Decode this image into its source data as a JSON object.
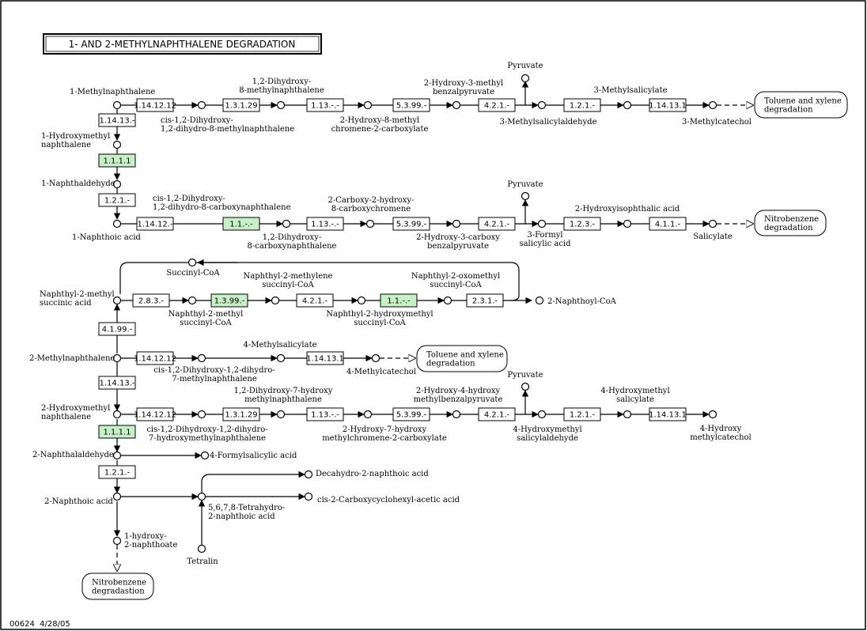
{
  "title": "1- AND 2-METHYLNAPHTHALENE DEGRADATION",
  "footer": "00624  4/28/05",
  "colors": {
    "highlight": "#c8f0c8",
    "enzyme": "#ffffff"
  },
  "enzymes": [
    {
      "id": "e1",
      "label": "1.14.12.12"
    },
    {
      "id": "e2",
      "label": "1.3.1.29"
    },
    {
      "id": "e3",
      "label": "1.13.-.-"
    },
    {
      "id": "e4",
      "label": "5.3.99.-"
    },
    {
      "id": "e5",
      "label": "4.2.1.-"
    },
    {
      "id": "e6",
      "label": "1.2.1.-"
    },
    {
      "id": "e7",
      "label": "1.14.13.1"
    },
    {
      "id": "e8",
      "label": "1.14.13.-"
    },
    {
      "id": "e9",
      "label": "1.1.1.1",
      "hl": true
    },
    {
      "id": "e10",
      "label": "1.2.1.-"
    },
    {
      "id": "e11",
      "label": "1.14.12.-"
    },
    {
      "id": "e12",
      "label": "1.1.-.-",
      "hl": true
    },
    {
      "id": "e13",
      "label": "1.13.-.-"
    },
    {
      "id": "e14",
      "label": "5.3.99.-"
    },
    {
      "id": "e15",
      "label": "4.2.1.-"
    },
    {
      "id": "e16",
      "label": "1.2.3.-"
    },
    {
      "id": "e17",
      "label": "4.1.1.-"
    },
    {
      "id": "e18",
      "label": "2.8.3.-"
    },
    {
      "id": "e19",
      "label": "1.3.99.-",
      "hl": true
    },
    {
      "id": "e20",
      "label": "4.2.1.-"
    },
    {
      "id": "e21",
      "label": "1.1.-.-",
      "hl": true
    },
    {
      "id": "e22",
      "label": "2.3.1.-"
    },
    {
      "id": "e23",
      "label": "4.1.99.-"
    },
    {
      "id": "e24",
      "label": "1.14.12.12"
    },
    {
      "id": "e25",
      "label": "1.14.13.1"
    },
    {
      "id": "e26",
      "label": "1.14.13.-"
    },
    {
      "id": "e27",
      "label": "1.14.12.12"
    },
    {
      "id": "e28",
      "label": "1.3.1.29"
    },
    {
      "id": "e29",
      "label": "1.13.-.-"
    },
    {
      "id": "e30",
      "label": "5.3.99.-"
    },
    {
      "id": "e31",
      "label": "4.2.1.-"
    },
    {
      "id": "e32",
      "label": "1.2.1.-"
    },
    {
      "id": "e33",
      "label": "1.14.13.1"
    },
    {
      "id": "e34",
      "label": "1.1.1.1",
      "hl": true
    },
    {
      "id": "e35",
      "label": "1.2.1.-"
    }
  ],
  "labels": [
    {
      "id": "l1",
      "lines": [
        "1-Methylnaphthalene"
      ]
    },
    {
      "id": "l2",
      "lines": [
        "1,2-Dihydroxy-",
        "8-methylnaphthalene"
      ]
    },
    {
      "id": "l3",
      "lines": [
        "2-Hydroxy-3-methyl",
        "benzalpyruvate"
      ]
    },
    {
      "id": "l4",
      "lines": [
        "Pyruvate"
      ]
    },
    {
      "id": "l5",
      "lines": [
        "3-Methylsalicylate"
      ]
    },
    {
      "id": "l6",
      "lines": [
        "cis-1,2-Dihydroxy-",
        "1,2-dihydro-8-methylnaphthalene"
      ]
    },
    {
      "id": "l7",
      "lines": [
        "2-Hydroxy-8-methyl",
        "chromene-2-carboxylate"
      ]
    },
    {
      "id": "l8",
      "lines": [
        "3-Methylsalicylaldehyde"
      ]
    },
    {
      "id": "l9",
      "lines": [
        "3-Methylcatechol"
      ]
    },
    {
      "id": "l10",
      "lines": [
        "1-Hydroxymethyl",
        "naphthalene"
      ]
    },
    {
      "id": "l11",
      "lines": [
        "1-Naphthaldehyde"
      ]
    },
    {
      "id": "l12",
      "lines": [
        "cis-1,2-Dihydroxy-",
        "1,2-dihydro-8-carboxynaphthalene"
      ]
    },
    {
      "id": "l13",
      "lines": [
        "2-Carboxy-2-hydroxy-",
        "8-carboxychromene"
      ]
    },
    {
      "id": "l14",
      "lines": [
        "Pyruvate"
      ]
    },
    {
      "id": "l15",
      "lines": [
        "2-Hydroxyisophthalic acid"
      ]
    },
    {
      "id": "l16",
      "lines": [
        "1-Naphthoic acid"
      ]
    },
    {
      "id": "l17",
      "lines": [
        "1,2-Dihydroxy-",
        "8-carboxynaphthalene"
      ]
    },
    {
      "id": "l18",
      "lines": [
        "2-Hydroxy-3-carboxy",
        "benzalpyruvate"
      ]
    },
    {
      "id": "l19",
      "lines": [
        "3-Formyl",
        "salicylic acid"
      ]
    },
    {
      "id": "l20",
      "lines": [
        "Salicylate"
      ]
    },
    {
      "id": "l21",
      "lines": [
        "Succinyl-CoA"
      ]
    },
    {
      "id": "l22",
      "lines": [
        "Naphthyl-2-methylene",
        "succinyl-CoA"
      ]
    },
    {
      "id": "l23",
      "lines": [
        "Naphthyl-2-oxomethyl",
        "succinyl-CoA"
      ]
    },
    {
      "id": "l24",
      "lines": [
        "Naphthyl-2-methyl",
        "succinic acid"
      ]
    },
    {
      "id": "l25",
      "lines": [
        "2-Naphthoyl-CoA"
      ]
    },
    {
      "id": "l26",
      "lines": [
        "Naphthyl-2-methyl",
        "succinyl-CoA"
      ]
    },
    {
      "id": "l27",
      "lines": [
        "Naphthyl-2-hydroxymethyl",
        "succinyl-CoA"
      ]
    },
    {
      "id": "l28",
      "lines": [
        "2-Methylnaphthalene"
      ]
    },
    {
      "id": "l29",
      "lines": [
        "4-Methylsalicylate"
      ]
    },
    {
      "id": "l30",
      "lines": [
        "cis-1,2-Dihydroxy-1,2-dihydro-",
        "7-methylnaphthalene"
      ]
    },
    {
      "id": "l31",
      "lines": [
        "4-Methylcatechol"
      ]
    },
    {
      "id": "l32",
      "lines": [
        "Pyruvate"
      ]
    },
    {
      "id": "l33",
      "lines": [
        "2-Hydroxymethyl",
        "naphthalene"
      ]
    },
    {
      "id": "l34",
      "lines": [
        "1,2-Dihydroxy-7-hydroxy",
        "methylnaphthalene"
      ]
    },
    {
      "id": "l35",
      "lines": [
        "2-Hydroxy-4-hydroxy",
        "methylbenzalpyruvate"
      ]
    },
    {
      "id": "l36",
      "lines": [
        "4-Hydroxymethyl",
        "salicylate"
      ]
    },
    {
      "id": "l37",
      "lines": [
        "cis-1,2-Dihydroxy-1,2-dihydro-",
        "7-hydroxymethylnaphthalene"
      ]
    },
    {
      "id": "l38",
      "lines": [
        "2-Hydroxy-7-hydroxy",
        "methylchromene-2-carboxylate"
      ]
    },
    {
      "id": "l39",
      "lines": [
        "4-Hydroxymethyl",
        "salicylaldehyde"
      ]
    },
    {
      "id": "l40",
      "lines": [
        "4-Hydroxy",
        "methylcatechol"
      ]
    },
    {
      "id": "l41",
      "lines": [
        "2-Naphthalaldehyde"
      ]
    },
    {
      "id": "l42",
      "lines": [
        "4-Formylsalicylic acid"
      ]
    },
    {
      "id": "l43",
      "lines": [
        "Decahydro-2-naphthoic acid"
      ]
    },
    {
      "id": "l44",
      "lines": [
        "2-Naphthoic acid"
      ]
    },
    {
      "id": "l45",
      "lines": [
        "cis-2-Carboxycyclohexyl-acetic acid"
      ]
    },
    {
      "id": "l46",
      "lines": [
        "5,6,7,8-Tetrahydro-",
        "2-naphthoic acid"
      ]
    },
    {
      "id": "l47",
      "lines": [
        "1-hydroxy-",
        "2-naphthoate"
      ]
    },
    {
      "id": "l48",
      "lines": [
        "Tetralin"
      ]
    }
  ],
  "maps": [
    {
      "id": "m1",
      "lines": [
        "Toluene and xylene",
        "degradation"
      ]
    },
    {
      "id": "m2",
      "lines": [
        "Nitrobenzene",
        "degradation"
      ]
    },
    {
      "id": "m3",
      "lines": [
        "Toluene and xylene",
        "degradation"
      ]
    },
    {
      "id": "m4",
      "lines": [
        "Nitrobenzene",
        "degradastion"
      ]
    }
  ]
}
